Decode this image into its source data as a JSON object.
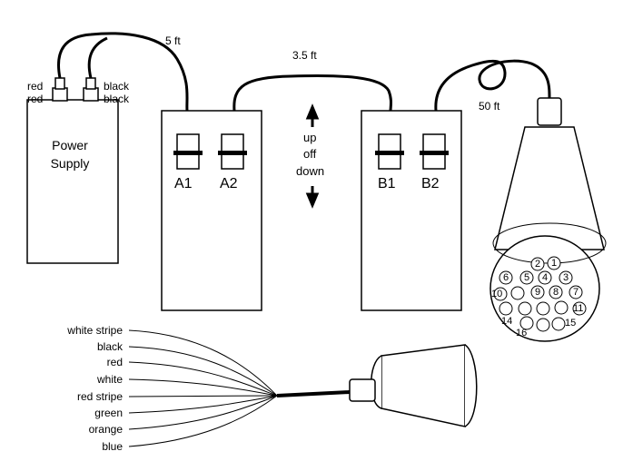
{
  "power_supply": {
    "label_line1": "Power",
    "label_line2": "Supply"
  },
  "leads": {
    "left_top": "red",
    "left_bottom": "red",
    "right_top": "black",
    "right_bottom": "black"
  },
  "cables": {
    "supply_to_box_a": "5 ft",
    "box_a_to_box_b": "3.5 ft",
    "box_b_to_probe": "50 ft"
  },
  "box_a": {
    "switch1": "A1",
    "switch2": "A2"
  },
  "box_b": {
    "switch1": "B1",
    "switch2": "B2"
  },
  "switch_positions": {
    "up": "up",
    "off": "off",
    "down": "down"
  },
  "connector_pins": [
    "1",
    "2",
    "3",
    "4",
    "5",
    "6",
    "7",
    "8",
    "9",
    "10",
    "11",
    "14",
    "15",
    "16"
  ],
  "wires": [
    "white stripe",
    "black",
    "red",
    "white",
    "red stripe",
    "green",
    "orange",
    "blue"
  ]
}
